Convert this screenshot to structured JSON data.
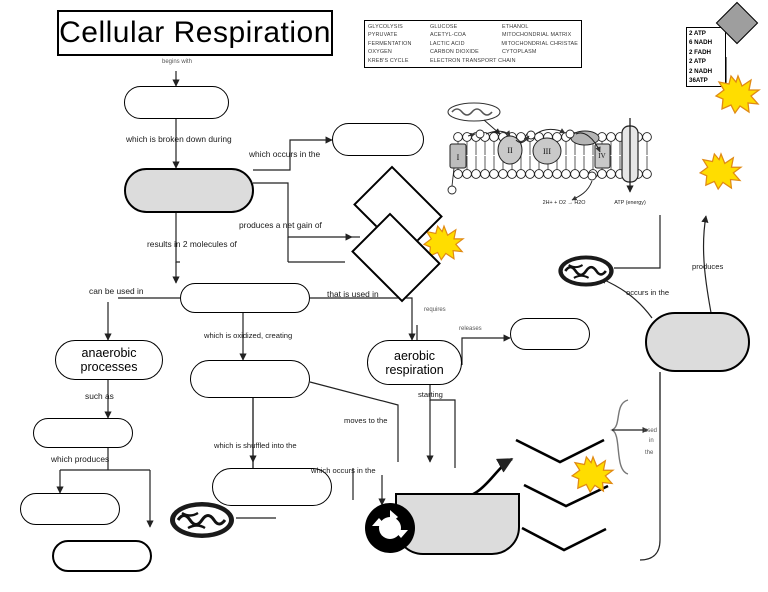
{
  "title": "Cellular Respiration",
  "word_bank": {
    "name": "word-bank",
    "rows": [
      [
        "GLYCOLYSIS",
        "GLUCOSE",
        "ETHANOL"
      ],
      [
        "PYRUVATE",
        "ACETYL-COA",
        "MITOCHONDRIAL MATRIX"
      ],
      [
        "FERMENTATION",
        "LACTIC ACID",
        "MITOCHONDRIAL CHRISTAE"
      ],
      [
        "OXYGEN",
        "CARBON DIOXIDE",
        "CYTOPLASM"
      ],
      [
        "KREB'S CYCLE",
        "ELECTRON TRANSPORT CHAIN",
        ""
      ]
    ]
  },
  "atp_legend": {
    "lines": [
      "2 ATP",
      "6 NADH",
      "2 FADH",
      "2 ATP",
      "2 NADH",
      "36ATP"
    ]
  },
  "nodes": {
    "n_glucose": "",
    "n_glycolysis": "",
    "n_occurs_top": "",
    "n_diamond_a": "",
    "n_diamond_b": "",
    "n_pyruvate": "",
    "n_anaerobic": "anaerobic processes",
    "n_aerobic": "aerobic respiration",
    "n_fermentation": "",
    "n_ferm_prod_a": "",
    "n_ferm_prod_b": "",
    "n_oxidized": "",
    "n_shuffled": "",
    "n_releases": "",
    "n_right_shaded": "",
    "n_krebs_shaded": ""
  },
  "connectors": {
    "begins_with": "begins with",
    "broken_down_during": "which is broken down during",
    "occurs_in_the_top": "which occurs in the",
    "results_in_2_molecules": "results in 2 molecules of",
    "net_gain": "produces a net gain of",
    "can_be_used_in": "can be used in",
    "that_is_used_in": "that is used in",
    "which_is_oxidized": "which is oxidized, creating",
    "such_as": "such as",
    "which_produces": "which produces",
    "which_is_shuffled": "which is shuffled into the",
    "which_occurs_in_the": "which occurs in the",
    "moves_to_the": "moves to the",
    "requires": "requires",
    "releases": "releases",
    "starting": "starting",
    "occurs_in_the_right": "occurs in the",
    "produces": "produces",
    "used": "used",
    "in": "in",
    "the": "the"
  },
  "etc_diagram": {
    "complex_1": "I",
    "complex_2": "II",
    "complex_3": "III",
    "complex_4": "IV",
    "water_equation": "2H+ + O2 → H2O",
    "atp_label": "ATP (energy)"
  },
  "colors": {
    "starburst_fill": "#ffdd00",
    "starburst_stroke": "#e08a14",
    "node_shade": "#dcdcdc",
    "diamond_grey": "#9e9e9e",
    "line": "#222222"
  }
}
